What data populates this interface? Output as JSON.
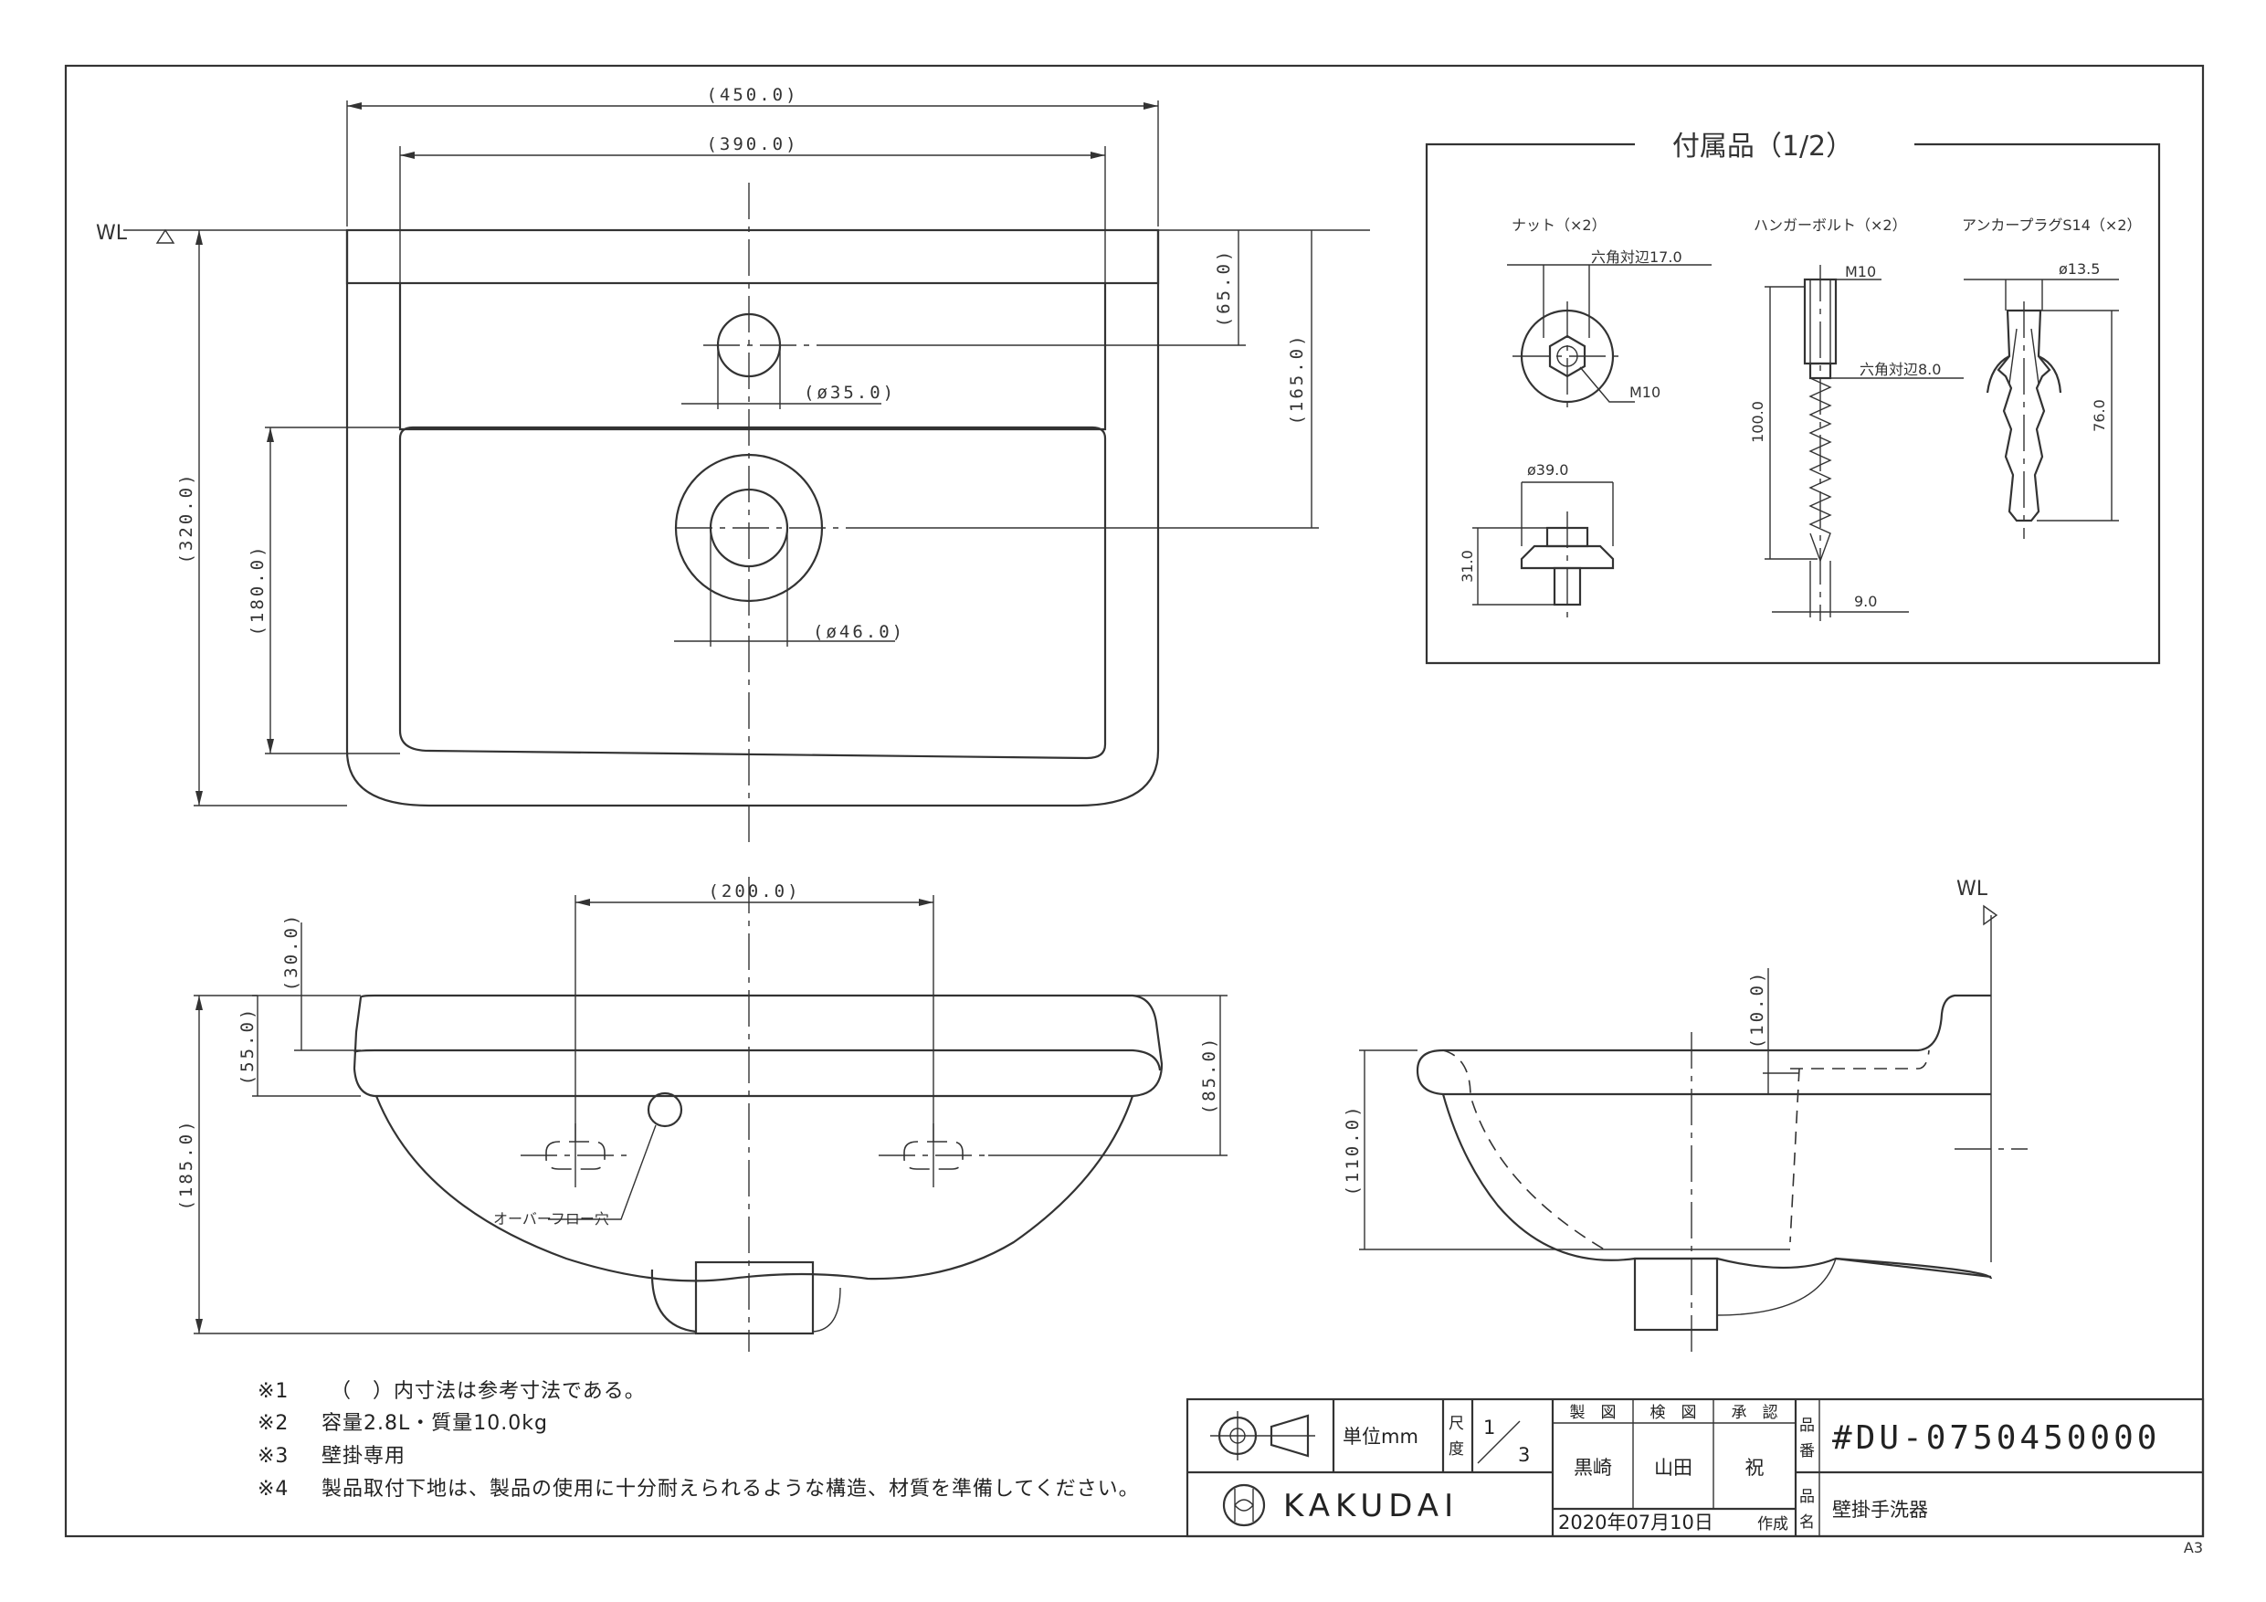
{
  "dimensions": {
    "top_width": "(450.0)",
    "inner_width": "(390.0)",
    "top_65": "(65.0)",
    "top_165": "(165.0)",
    "top_320": "(320.0)",
    "top_180": "(180.0)",
    "hole_35": "(ø35.0)",
    "hole_46": "(ø46.0)",
    "front_200": "(200.0)",
    "front_30": "(30.0)",
    "front_55": "(55.0)",
    "front_85": "(85.0)",
    "front_185": "(185.0)",
    "side_10": "(10.0)",
    "side_110": "(110.0)"
  },
  "labels": {
    "wl_top": "WL",
    "wl_side": "WL",
    "overflow": "オーバーフロー穴"
  },
  "accessories": {
    "title": "付属品（1/2）",
    "nut": {
      "title": "ナット（×2）",
      "hex": "六角対辺17.0",
      "thread": "M10",
      "dia": "ø39.0",
      "height": "31.0"
    },
    "bolt": {
      "title": "ハンガーボルト（×2）",
      "thread": "M10",
      "hex": "六角対辺8.0",
      "length": "100.0",
      "dia": "9.0"
    },
    "plug": {
      "title": "アンカープラグS14（×2）",
      "dia": "ø13.5",
      "length": "76.0"
    }
  },
  "notes": [
    {
      "mark": "※1",
      "text": "（　）内寸法は参考寸法である。"
    },
    {
      "mark": "※2",
      "text": "容量2.8L・質量10.0kg"
    },
    {
      "mark": "※3",
      "text": "壁掛専用"
    },
    {
      "mark": "※4",
      "text": "製品取付下地は、製品の使用に十分耐えられるような構造、材質を準備してください。"
    }
  ],
  "title_block": {
    "unit_label": "単位mm",
    "scale_label_1": "尺",
    "scale_label_2": "度",
    "scale_num": "1",
    "scale_den": "3",
    "drawn_label": "製　図",
    "checked_label": "検　図",
    "approved_label": "承　認",
    "drawn_by": "黒崎",
    "checked_by": "山田",
    "approved_by": "祝",
    "part_no_label_1": "品",
    "part_no_label_2": "番",
    "part_no": "#DU-0750450000",
    "part_name_label_1": "品",
    "part_name_label_2": "名",
    "part_name": "壁掛手洗器",
    "date": "2020年07月10日",
    "created": "作成",
    "logo_text": "KAKUDAI",
    "sheet_size": "A3"
  }
}
